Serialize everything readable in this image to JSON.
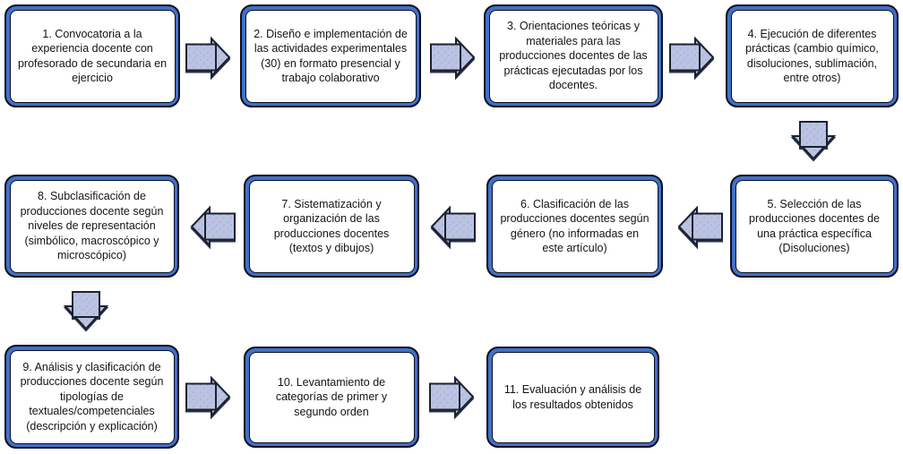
{
  "diagram": {
    "type": "flowchart",
    "background_color": "#ffffff",
    "box_style": {
      "outer_border_color": "#0b0f1c",
      "ring_color": "#4170c8",
      "inner_border_color": "#0b0f1c",
      "fill_color": "#ffffff",
      "text_color": "#141414"
    },
    "arrow_style": {
      "fill_color": "#b9c4e4",
      "stroke_color": "#1b2130",
      "shadow_color": "#2a3148",
      "speckle_colors": [
        "#c793a8",
        "#93a6d6"
      ]
    },
    "steps": [
      {
        "number": "1",
        "text": "1. Convocatoria a la experiencia docente con profesorado de secundaria en ejercicio"
      },
      {
        "number": "2",
        "text": "2. Diseño e implementación de las actividades experimentales (30) en formato presencial y trabajo colaborativo"
      },
      {
        "number": "3",
        "text": "3. Orientaciones teóricas y materiales para las producciones docentes de las prácticas ejecutadas por los docentes."
      },
      {
        "number": "4",
        "text": "4. Ejecución de diferentes prácticas (cambio químico, disoluciones, sublimación, entre otros)"
      },
      {
        "number": "5",
        "text": "5. Selección de las producciones docentes de una práctica específica (Disoluciones)"
      },
      {
        "number": "6",
        "text": "6. Clasificación de las producciones docentes según género (no informadas en este artículo)"
      },
      {
        "number": "7",
        "text": "7. Sistematización y organización de las producciones docentes (textos y dibujos)"
      },
      {
        "number": "8",
        "text": "8. Subclasificación de producciones docente según niveles de representación (simbólico, macroscópico y microscópico)"
      },
      {
        "number": "9",
        "text": "9. Análisis y clasificación de producciones docente según tipologías de textuales/competenciales (descripción y explicación)"
      },
      {
        "number": "10",
        "text": "10. Levantamiento de categorías de primer y segundo orden"
      },
      {
        "number": "11",
        "text": "11. Evaluación y análisis de los resultados obtenidos"
      }
    ],
    "connectors": [
      {
        "from": "1",
        "to": "2",
        "direction": "right"
      },
      {
        "from": "2",
        "to": "3",
        "direction": "right"
      },
      {
        "from": "3",
        "to": "4",
        "direction": "right"
      },
      {
        "from": "4",
        "to": "5",
        "direction": "down"
      },
      {
        "from": "5",
        "to": "6",
        "direction": "left"
      },
      {
        "from": "6",
        "to": "7",
        "direction": "left"
      },
      {
        "from": "7",
        "to": "8",
        "direction": "left"
      },
      {
        "from": "8",
        "to": "9",
        "direction": "down"
      },
      {
        "from": "9",
        "to": "10",
        "direction": "right"
      },
      {
        "from": "10",
        "to": "11",
        "direction": "right"
      }
    ]
  }
}
